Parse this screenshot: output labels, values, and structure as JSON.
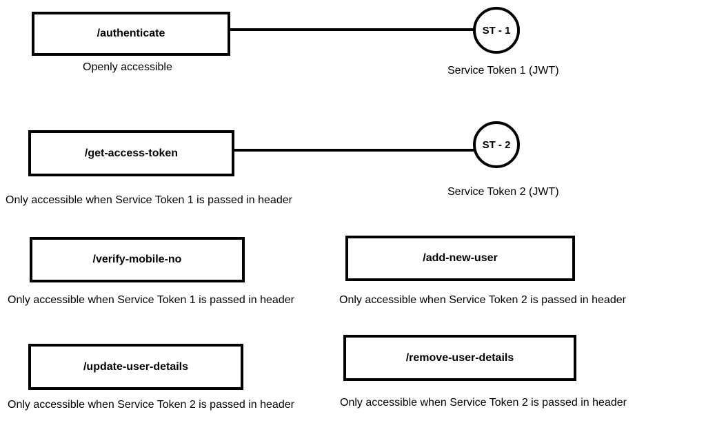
{
  "diagram": {
    "endpoints": [
      {
        "label": "/authenticate",
        "caption": "Openly accessible"
      },
      {
        "label": "/get-access-token",
        "caption": "Only accessible when Service Token 1 is passed in header"
      },
      {
        "label": "/verify-mobile-no",
        "caption": "Only accessible when Service Token 1 is passed in header"
      },
      {
        "label": "/add-new-user",
        "caption": "Only accessible when Service Token 2 is passed in header"
      },
      {
        "label": "/update-user-details",
        "caption": "Only accessible when Service Token 2 is passed in header"
      },
      {
        "label": "/remove-user-details",
        "caption": "Only accessible when Service Token 2 is passed in header"
      }
    ],
    "tokens": [
      {
        "label": "ST - 1",
        "caption": "Service Token 1 (JWT)"
      },
      {
        "label": "ST - 2",
        "caption": "Service Token 2 (JWT)"
      }
    ]
  }
}
